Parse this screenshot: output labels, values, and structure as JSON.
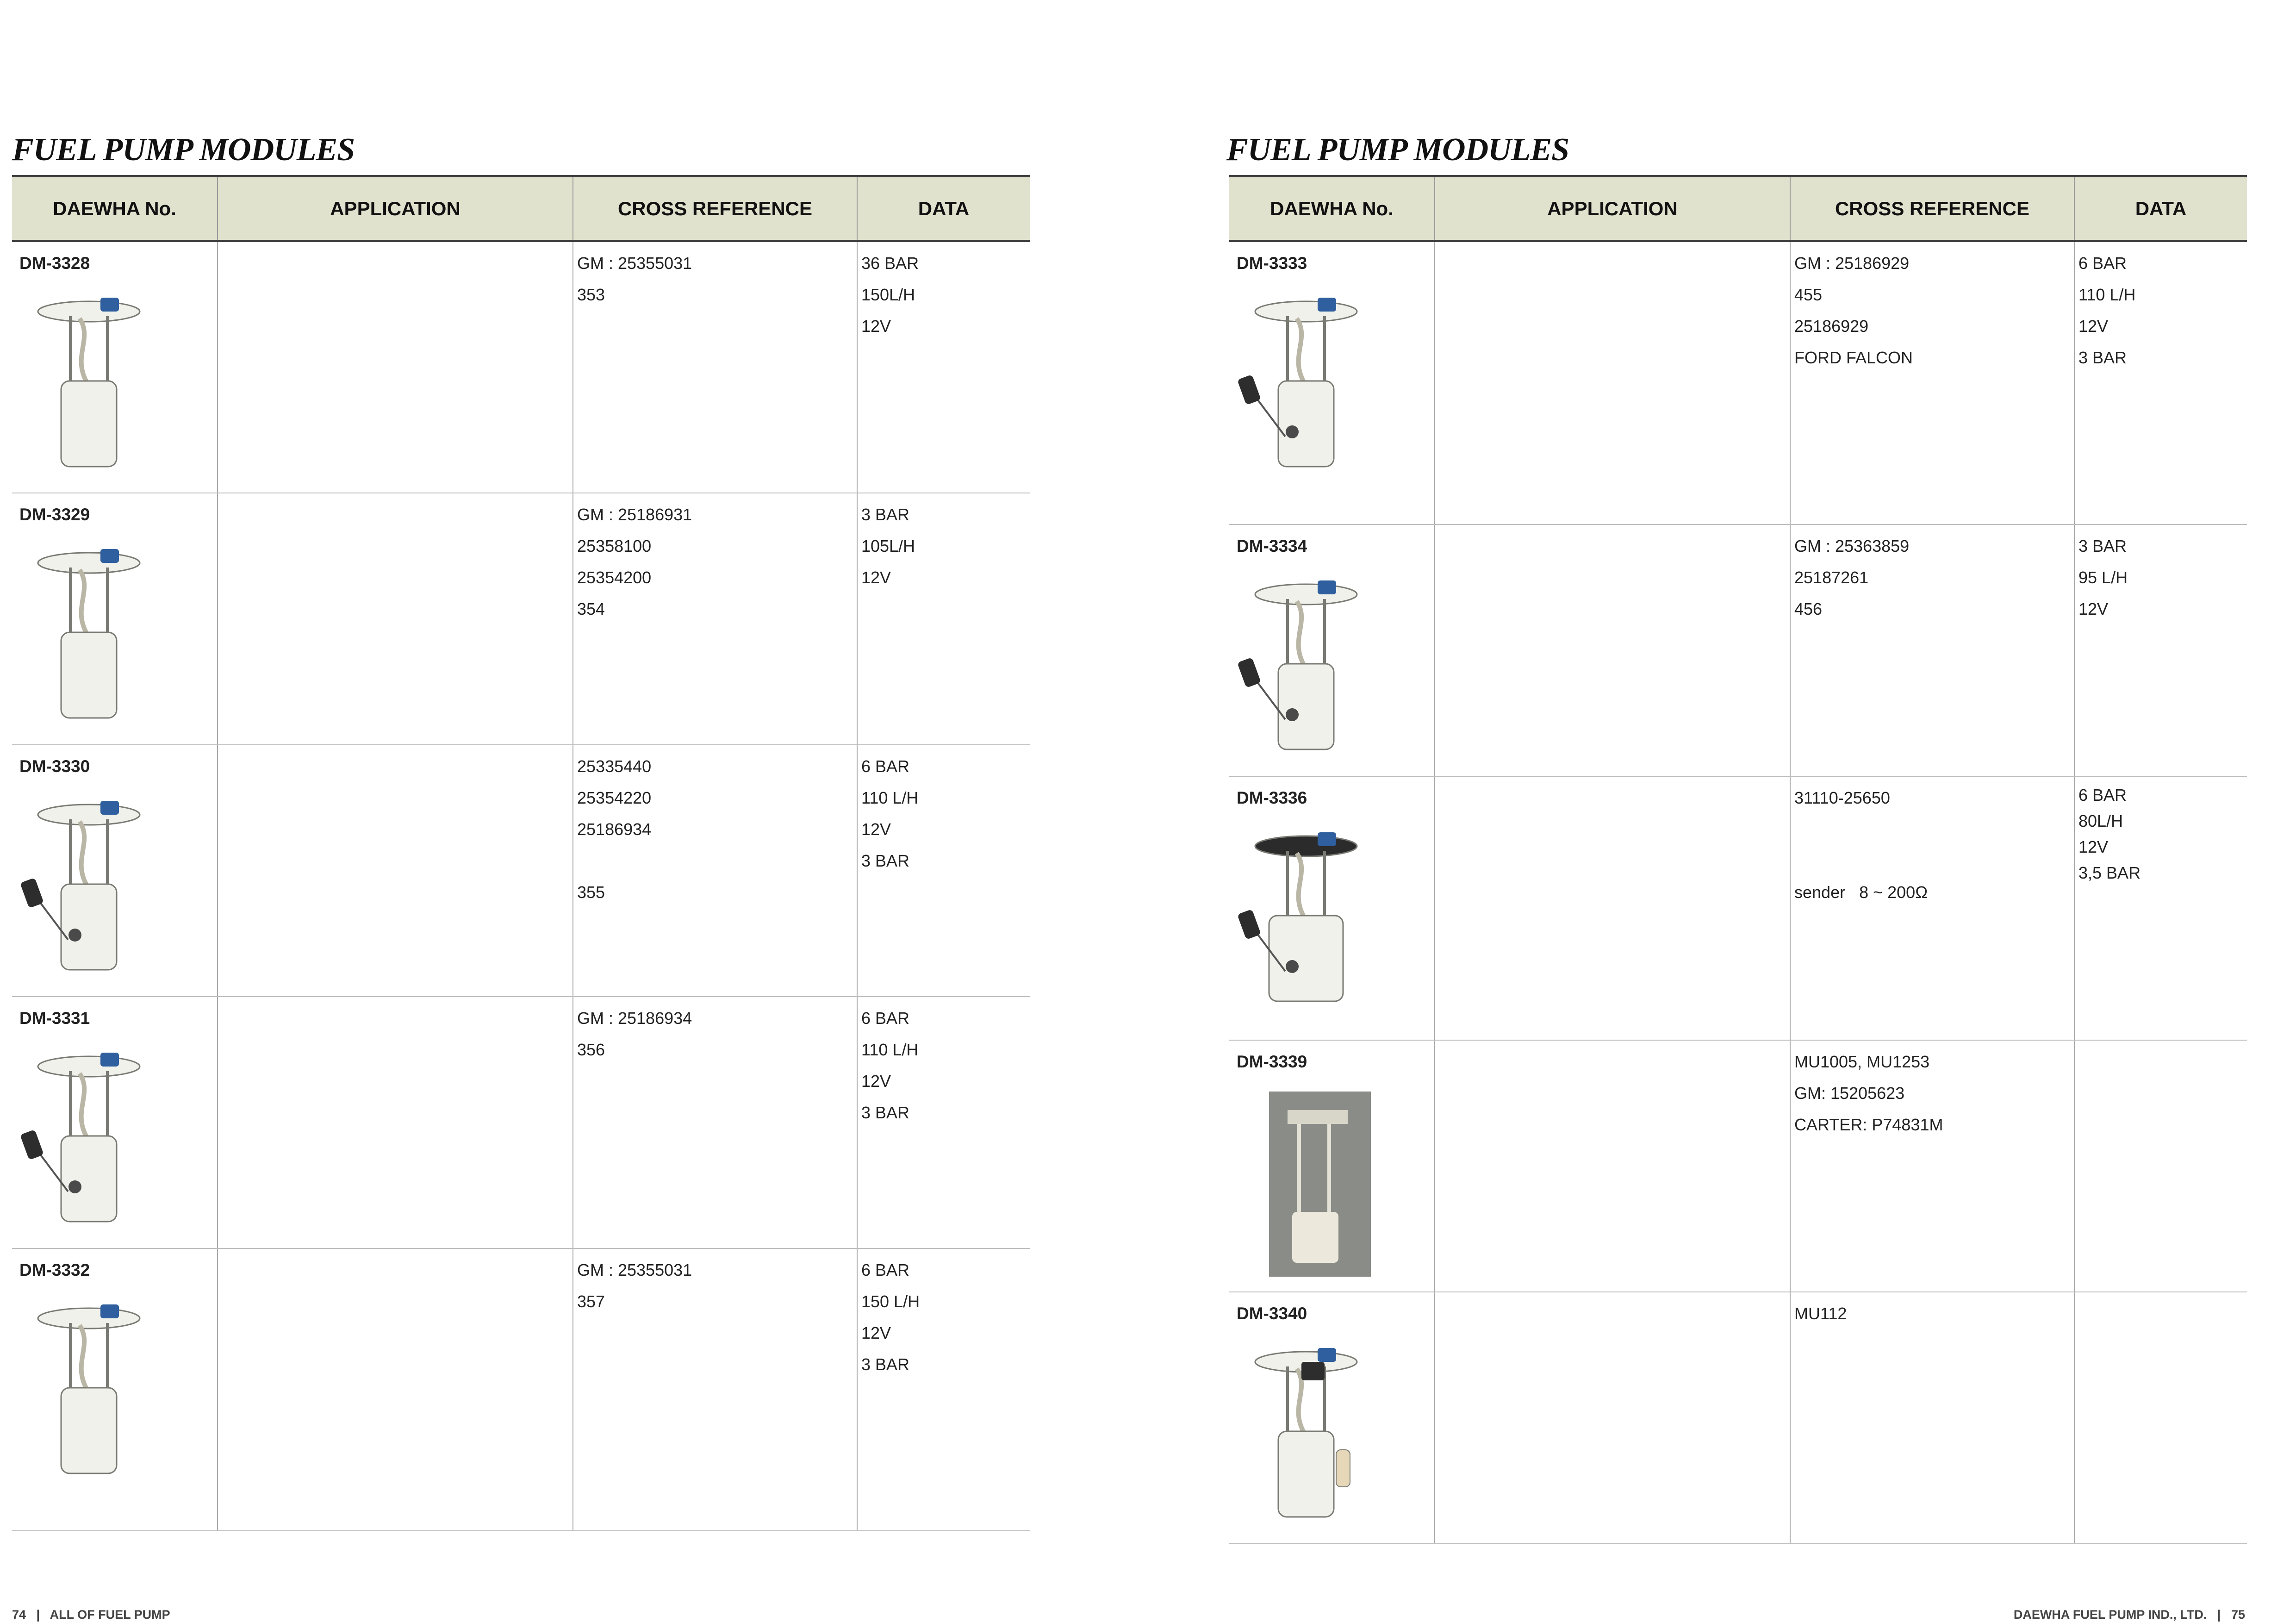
{
  "left_page": {
    "title": "FUEL PUMP MODULES",
    "headers": [
      "DAEWHA No.",
      "APPLICATION",
      "CROSS REFERENCE",
      "DATA"
    ],
    "rows": [
      {
        "part_no": "DM-3328",
        "cross_reference": [
          "GM : 25355031",
          "353"
        ],
        "data": [
          "36 BAR",
          "150L/H",
          "12V"
        ],
        "image": "fuel-pump-module"
      },
      {
        "part_no": "DM-3329",
        "cross_reference": [
          "GM : 25186931",
          "25358100",
          "25354200",
          "354"
        ],
        "data": [
          "3 BAR",
          "105L/H",
          "12V"
        ],
        "image": "fuel-pump-module"
      },
      {
        "part_no": "DM-3330",
        "cross_reference": [
          "25335440",
          "25354220",
          "25186934",
          "",
          "355"
        ],
        "data": [
          "6 BAR",
          "110 L/H",
          "12V",
          "3 BAR"
        ],
        "image": "fuel-pump-module-with-float"
      },
      {
        "part_no": "DM-3331",
        "cross_reference": [
          "GM : 25186934",
          "356"
        ],
        "data": [
          "6 BAR",
          "110 L/H",
          "12V",
          "3 BAR"
        ],
        "image": "fuel-pump-module-with-float"
      },
      {
        "part_no": "DM-3332",
        "cross_reference": [
          "GM : 25355031",
          "357"
        ],
        "data": [
          "6 BAR",
          "150 L/H",
          "12V",
          "3 BAR"
        ],
        "image": "fuel-pump-module"
      }
    ],
    "footer": "74   |   ALL OF FUEL PUMP"
  },
  "right_page": {
    "title": "FUEL PUMP MODULES",
    "headers": [
      "DAEWHA No.",
      "APPLICATION",
      "CROSS REFERENCE",
      "DATA"
    ],
    "rows": [
      {
        "part_no": "DM-3333",
        "cross_reference": [
          "GM : 25186929",
          "455",
          "25186929",
          "FORD FALCON"
        ],
        "data": [
          "6 BAR",
          "110 L/H",
          "12V",
          "3 BAR"
        ],
        "image": "fuel-pump-module-tall"
      },
      {
        "part_no": "DM-3334",
        "cross_reference": [
          "GM : 25363859",
          "25187261",
          "456"
        ],
        "data": [
          "3 BAR",
          "95 L/H",
          "12V"
        ],
        "image": "fuel-pump-module-with-float"
      },
      {
        "part_no": "DM-3336",
        "cross_reference": [
          "31110-25650",
          "",
          "",
          "sender   8 ~ 200Ω"
        ],
        "data": [
          "6 BAR",
          "80L/H",
          "12V",
          "3,5 BAR"
        ],
        "image": "fuel-pump-module-canister"
      },
      {
        "part_no": "DM-3339",
        "cross_reference": [
          "MU1005, MU1253",
          "GM: 15205623",
          "CARTER: P74831M"
        ],
        "data": [],
        "image": "fuel-pump-module-photo"
      },
      {
        "part_no": "DM-3340",
        "cross_reference": [
          "MU112"
        ],
        "data": [],
        "image": "fuel-pump-module-assembly"
      }
    ],
    "footer": "DAEWHA FUEL PUMP IND., LTD.   |   75"
  }
}
